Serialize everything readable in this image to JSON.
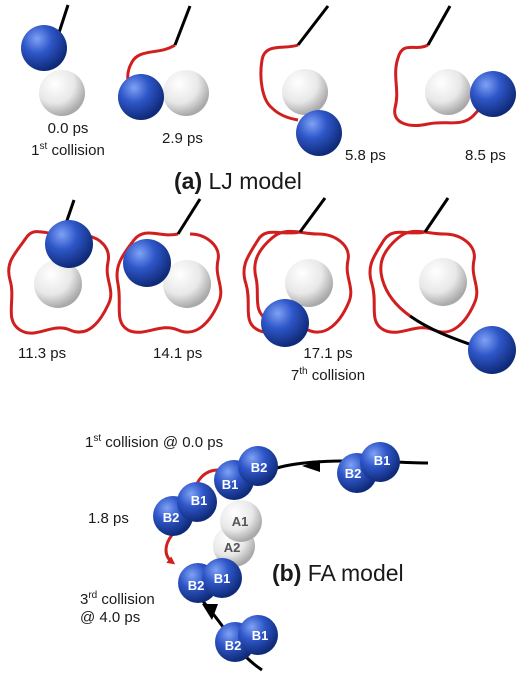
{
  "lj": {
    "title_letter": "(a)",
    "title_text": "LJ model",
    "frames": [
      {
        "time": "0.0 ps",
        "collision_num": "1",
        "collision_suffix": "st",
        "collision_word": "collision"
      },
      {
        "time": "2.9 ps"
      },
      {
        "time": "5.8 ps"
      },
      {
        "time": "8.5 ps"
      },
      {
        "time": "11.3 ps"
      },
      {
        "time": "14.1 ps"
      },
      {
        "time": "17.1 ps",
        "collision_num": "7",
        "collision_suffix": "th",
        "collision_word": "collision"
      },
      {
        "time": ""
      }
    ]
  },
  "fa": {
    "title_letter": "(b)",
    "title_text": "FA model",
    "first_collision": {
      "num": "1",
      "suffix": "st",
      "text": "collision @ 0.0 ps"
    },
    "time_mid": "1.8 ps",
    "third_collision": {
      "num": "3",
      "suffix": "rd",
      "line1": "collision",
      "line2": "@ 4.0 ps"
    },
    "beads": {
      "b1": "B1",
      "b2": "B2",
      "a1": "A1",
      "a2": "A2"
    }
  },
  "colors": {
    "blue": "#2f57c9",
    "white": "#e6e6e6",
    "trajectory": "#d11f1f",
    "tether": "#000000"
  }
}
